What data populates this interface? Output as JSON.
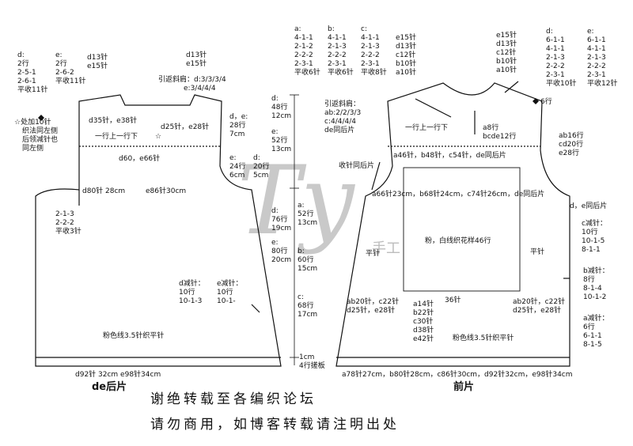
{
  "back": {
    "title": "de后片",
    "top_left_d": [
      "d:",
      "2行",
      "2-5-1",
      "2-6-1",
      "平收11针"
    ],
    "top_left_e": [
      "e:",
      "2行",
      "2-6-2",
      "平收11针"
    ],
    "neck_left": [
      "d13针",
      "e15针"
    ],
    "neck_right": [
      "d13针",
      "e15针"
    ],
    "short_row": [
      "引返斜肩：d:3/3/3/4",
      "e:3/4/4/4"
    ],
    "star_note": [
      "☆处加10针",
      "织法同左侧",
      "后领减针也",
      "同左侧"
    ],
    "shoulder_mid": [
      "d35针，e38针",
      "d25针，e28针"
    ],
    "one_row_down": "一行上一行下",
    "yoke_width": "d60，e66针",
    "de_height": [
      "d，e:",
      "28行",
      "7cm"
    ],
    "armhole_e": [
      "e:",
      "24行",
      "6cm"
    ],
    "armhole_d": [
      "d:",
      "20行",
      "5cm"
    ],
    "under_arm": [
      "d80针 28cm",
      "e86针30cm"
    ],
    "underarm_dec": [
      "2-1-3",
      "2-2-2",
      "平收3针"
    ],
    "side_dec_d": [
      "d减针：",
      "10行",
      "10-1-3"
    ],
    "side_dec_e": [
      "e减针：",
      "10行",
      "10-1-"
    ],
    "body_note": "粉色线3.5针织平针",
    "bottom": "d92针  32cm     e98针34cm"
  },
  "center": {
    "yoke_d": [
      "d:",
      "48行",
      "12cm"
    ],
    "yoke_e": [
      "e:",
      "52行",
      "13cm"
    ],
    "body_d": [
      "d:",
      "76行",
      "19cm"
    ],
    "body_e": [
      "e:",
      "80行",
      "20cm"
    ],
    "a": [
      "a:",
      "52行",
      "13cm"
    ],
    "b": [
      "b:",
      "60行",
      "15cm"
    ],
    "c": [
      "c:",
      "68行",
      "17cm"
    ],
    "border": [
      "1cm",
      "4行搓板"
    ]
  },
  "front": {
    "title": "前片",
    "cols_a": [
      "a:",
      "4-1-1",
      "2-1-2",
      "2-2-2",
      "2-3-1",
      "平收6针"
    ],
    "cols_b": [
      "b:",
      "4-1-1",
      "2-1-3",
      "2-2-2",
      "2-3-1",
      "平收6针"
    ],
    "cols_c": [
      "c:",
      "4-1-1",
      "2-1-3",
      "2-2-2",
      "2-3-1",
      "平收8针"
    ],
    "neck_left": [
      "e15针",
      "d13针",
      "c12针",
      "b10针",
      "a10针"
    ],
    "neck_right": [
      "e15针",
      "d13针",
      "c12针",
      "b10针",
      "a10针"
    ],
    "cols_d": [
      "d:",
      "6-1-1",
      "4-1-1",
      "2-1-3",
      "2-2-2",
      "2-3-1",
      "平收10针"
    ],
    "cols_e": [
      "e:",
      "6-1-1",
      "4-1-1",
      "2-1-3",
      "2-2-2",
      "2-3-1",
      "平收12针"
    ],
    "short_row": [
      "引返斜肩：",
      "ab:2/2/3/3",
      "c:4/4/4/4",
      "de同后片"
    ],
    "six_rows": "6行",
    "one_row_down": "一行上一行下",
    "a8": [
      "a8行",
      "bcde12行"
    ],
    "yoke_stitches": "a46针，b48针，c54针，de同后片",
    "armhole": [
      "ab16行",
      "cd20行",
      "e28行"
    ],
    "side_note": "收针同后片",
    "under_arm": "a66针23cm，b68针24cm，c74针26cm，de同后片",
    "de_same": "d，e同后片",
    "pattern": "粉，白线织花样46行",
    "flat_left": "平针",
    "flat_right": "平针",
    "dec_c": [
      "c减针：",
      "10行",
      "10-1-5",
      "8-1-1"
    ],
    "dec_b": [
      "b减针：",
      "8行",
      "8-1-4",
      "10-1-2"
    ],
    "dec_a": [
      "a减针：",
      "6行",
      "6-1-1",
      "8-1-5"
    ],
    "bl_left": [
      "ab20针，c22针",
      "d25针，e28针"
    ],
    "bl_right": [
      "ab20针，c22针",
      "d25针，e28针"
    ],
    "center_count": "36针",
    "center_list": [
      "a14针",
      "b22针",
      "c30针",
      "d38针",
      "e42针"
    ],
    "body_note": "粉色线3.5针织平针",
    "bottom": "a78针27cm，b80针28cm，c86针30cm，d92针32cm，e98针34cm"
  },
  "footer": [
    "谢绝转载至各编织论坛",
    "请勿商用，如博客转载请注明出处"
  ],
  "watermark": [
    "Ty",
    "手工"
  ]
}
